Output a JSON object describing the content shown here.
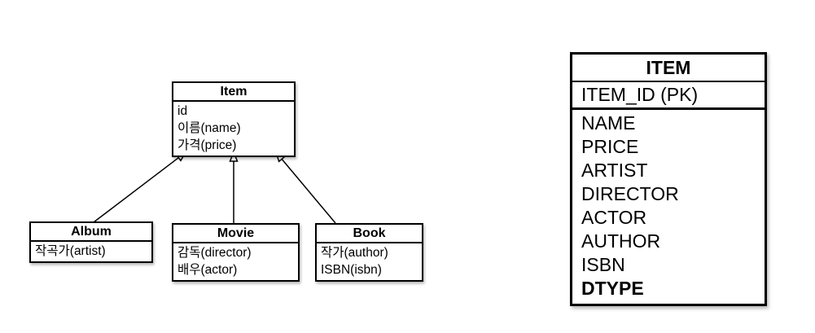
{
  "diagram": {
    "classes": {
      "item": {
        "title": "Item",
        "fields": [
          "id",
          "이름(name)",
          "가격(price)"
        ]
      },
      "album": {
        "title": "Album",
        "fields": [
          "작곡가(artist)"
        ]
      },
      "movie": {
        "title": "Movie",
        "fields": [
          "감독(director)",
          "배우(actor)"
        ]
      },
      "book": {
        "title": "Book",
        "fields": [
          "작가(author)",
          "ISBN(isbn)"
        ]
      }
    },
    "relationships": [
      {
        "from": "Album",
        "to": "Item",
        "type": "generalization"
      },
      {
        "from": "Movie",
        "to": "Item",
        "type": "generalization"
      },
      {
        "from": "Book",
        "to": "Item",
        "type": "generalization"
      }
    ]
  },
  "table": {
    "title": "ITEM",
    "primary_key": "ITEM_ID (PK)",
    "columns": [
      "NAME",
      "PRICE",
      "ARTIST",
      "DIRECTOR",
      "ACTOR",
      "AUTHOR",
      "ISBN",
      "DTYPE"
    ]
  },
  "colors": {
    "background": "#ffffff",
    "line": "#000000",
    "text": "#000000"
  }
}
